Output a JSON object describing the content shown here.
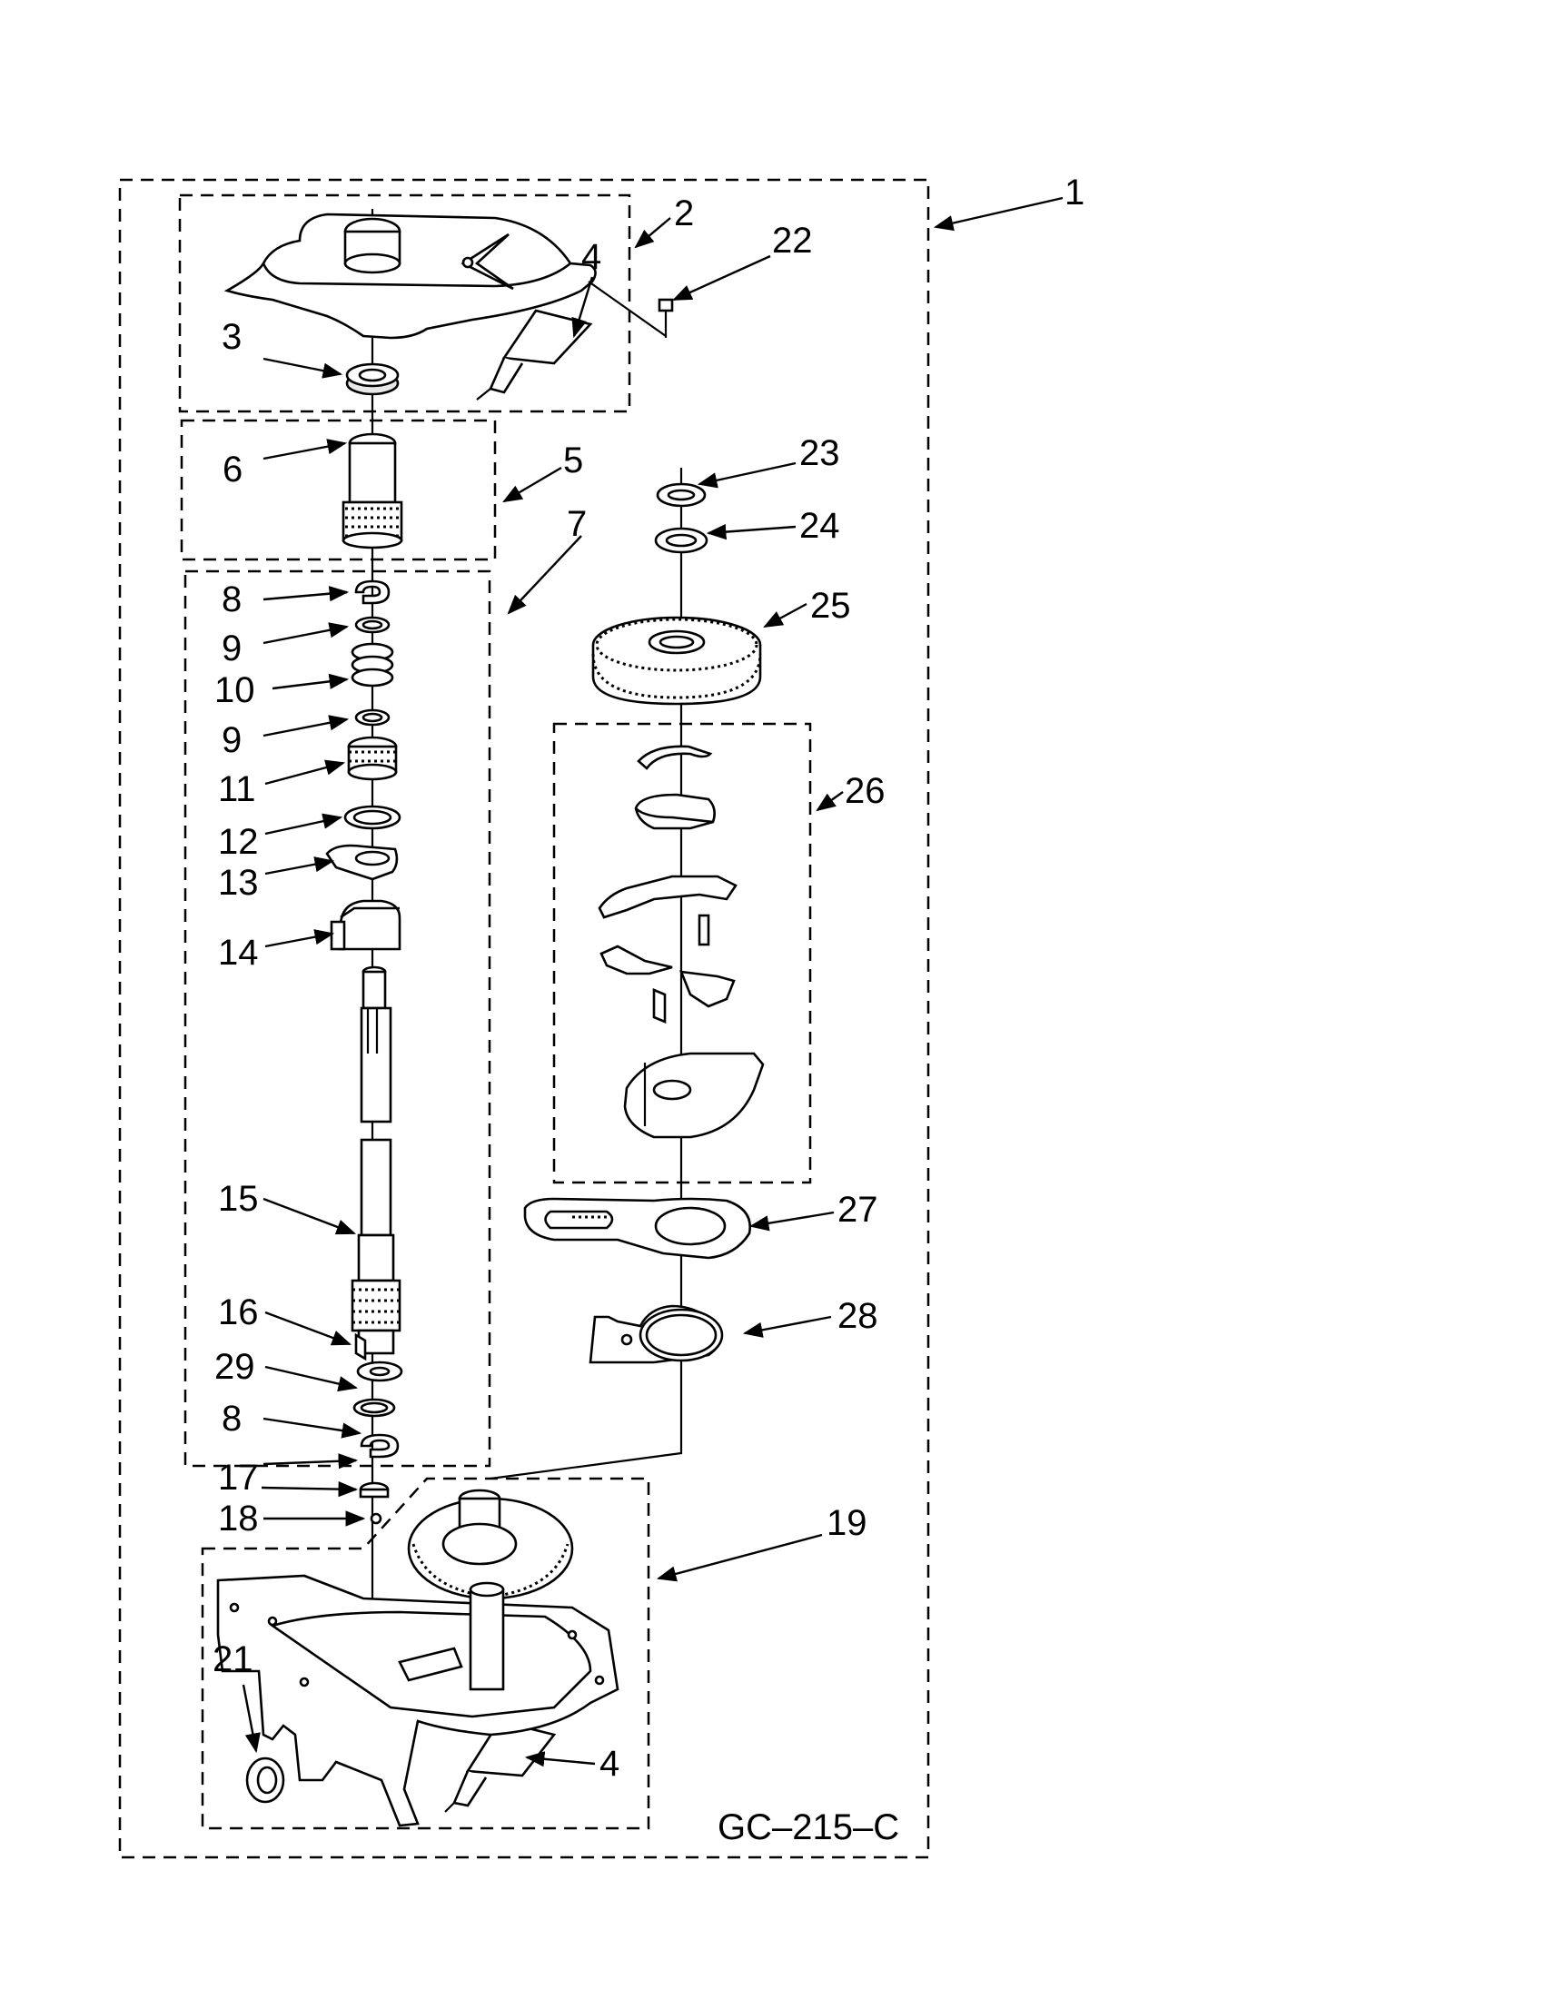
{
  "callouts": {
    "c1": "1",
    "c2": "2",
    "c3": "3",
    "c4a": "4",
    "c4b": "4",
    "c5": "5",
    "c6": "6",
    "c7": "7",
    "c8a": "8",
    "c8b": "8",
    "c9a": "9",
    "c9b": "9",
    "c10": "10",
    "c11": "11",
    "c12": "12",
    "c13": "13",
    "c14": "14",
    "c15": "15",
    "c16": "16",
    "c17": "17",
    "c18": "18",
    "c19": "19",
    "c21": "21",
    "c22": "22",
    "c23": "23",
    "c24": "24",
    "c25": "25",
    "c26": "26",
    "c27": "27",
    "c28": "28",
    "c29": "29"
  },
  "drawing_code": "GC–215–C"
}
